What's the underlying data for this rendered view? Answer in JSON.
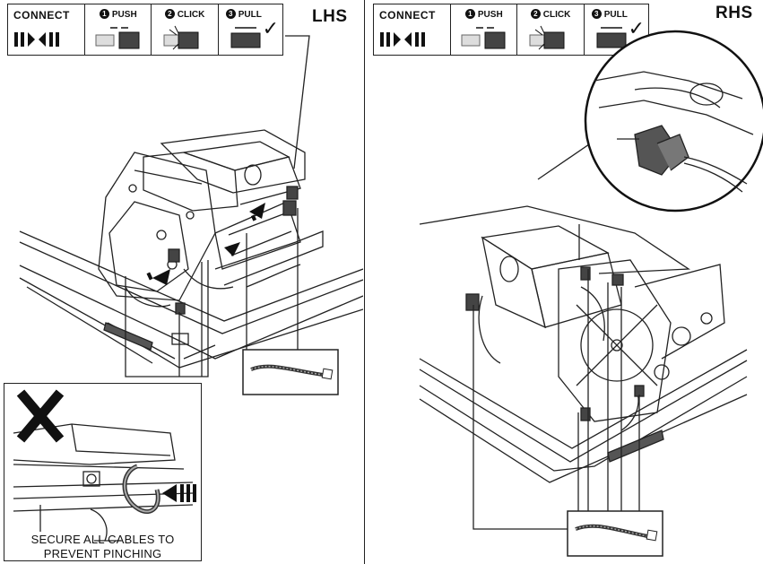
{
  "lhs": {
    "label": "LHS",
    "strip": {
      "connect_label": "CONNECT",
      "steps": [
        {
          "num": "1",
          "label": "PUSH"
        },
        {
          "num": "2",
          "label": "CLICK"
        },
        {
          "num": "3",
          "label": "PULL"
        }
      ],
      "check": "✓"
    },
    "inset": {
      "caption_line1": "SECURE ALL CABLES TO",
      "caption_line2": "PREVENT PINCHING"
    }
  },
  "rhs": {
    "label": "RHS",
    "strip": {
      "connect_label": "CONNECT",
      "steps": [
        {
          "num": "1",
          "label": "PUSH"
        },
        {
          "num": "2",
          "label": "CLICK"
        },
        {
          "num": "3",
          "label": "PULL"
        }
      ],
      "check": "✓"
    }
  }
}
